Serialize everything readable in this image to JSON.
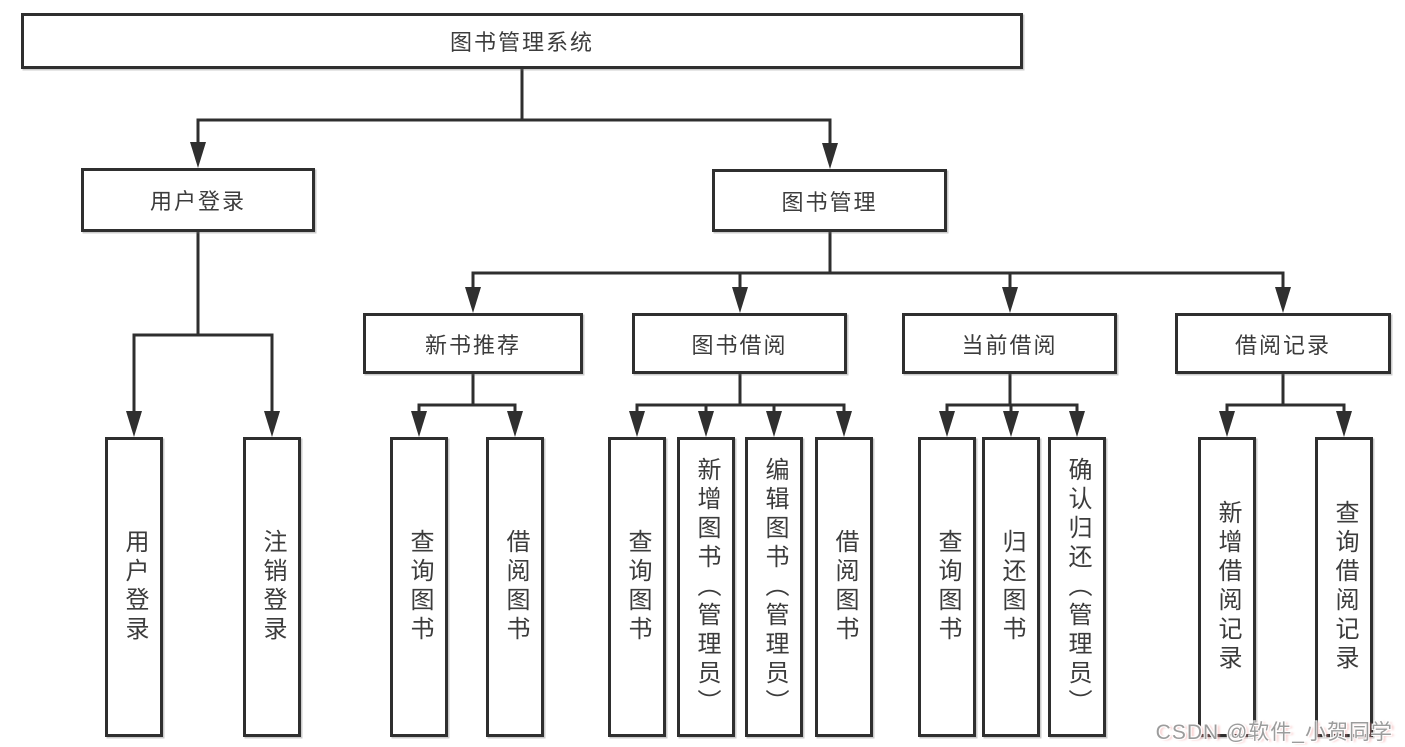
{
  "tree": {
    "root": {
      "label": "图书管理系统"
    },
    "branches": [
      {
        "label": "用户登录",
        "leaves": [
          {
            "label": "用户登录"
          },
          {
            "label": "注销登录"
          }
        ]
      },
      {
        "label": "图书管理",
        "groups": [
          {
            "label": "新书推荐",
            "leaves": [
              {
                "label": "查询图书"
              },
              {
                "label": "借阅图书"
              }
            ]
          },
          {
            "label": "图书借阅",
            "leaves": [
              {
                "label": "查询图书"
              },
              {
                "label": "新增图书（管理员）"
              },
              {
                "label": "编辑图书（管理员）"
              },
              {
                "label": "借阅图书"
              }
            ]
          },
          {
            "label": "当前借阅",
            "leaves": [
              {
                "label": "查询图书"
              },
              {
                "label": "归还图书"
              },
              {
                "label": "确认归还（管理员）"
              }
            ]
          },
          {
            "label": "借阅记录",
            "leaves": [
              {
                "label": "新增借阅记录"
              },
              {
                "label": "查询借阅记录"
              }
            ]
          }
        ]
      }
    ]
  },
  "watermark": {
    "text": "CSDN @软件_小贺同学"
  },
  "colors": {
    "line": "#2f2f2f",
    "box_border": "#2f2f2f",
    "text": "#3c3c3c",
    "background": "#ffffff",
    "watermark_gray": "#9c9c9c",
    "watermark_pink": "#f0908f"
  }
}
